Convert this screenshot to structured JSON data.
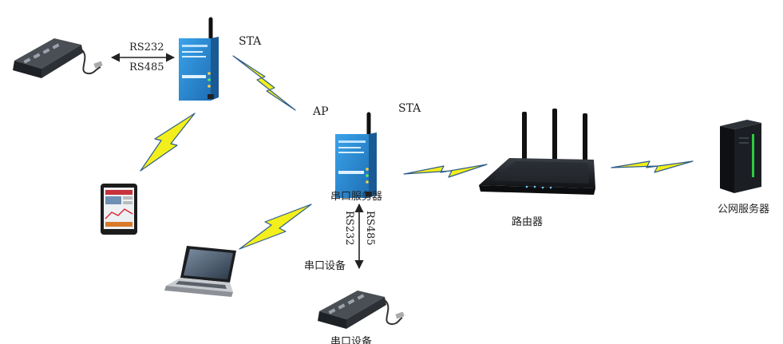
{
  "labels": {
    "rs232_top": "RS232",
    "rs485_top": "RS485",
    "sta_top": "STA",
    "ap": "AP",
    "sta_mid": "STA",
    "serial_server": "串口服务器",
    "rs232_vert": "RS232",
    "rs485_vert": "RS485",
    "serial_device_mid": "串口设备",
    "serial_device_bottom": "串口设备",
    "router": "路由器",
    "public_server": "公网服务器"
  },
  "colors": {
    "lightning_fill": "#f3ef1c",
    "lightning_edge": "#2f5d8a",
    "device_blue": "#2a8fd6",
    "router_body": "#1c1f24",
    "server_body": "#15181c",
    "server_led": "#2ecc40"
  },
  "icons": {
    "serial-device": "serial-hub-icon",
    "serial-server": "serial-server-icon",
    "tablet": "tablet-icon",
    "laptop": "laptop-icon",
    "router": "router-icon",
    "server": "server-icon",
    "wireless": "lightning-icon"
  }
}
